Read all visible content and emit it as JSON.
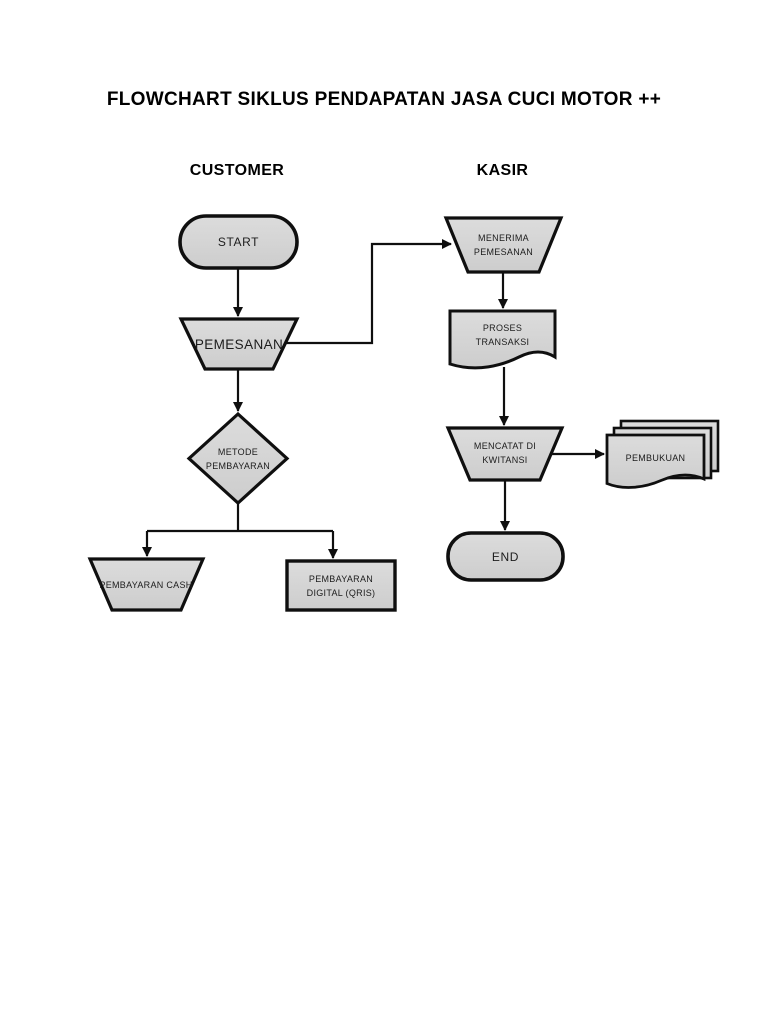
{
  "title": "FLOWCHART SIKLUS PENDAPATAN JASA CUCI MOTOR ++",
  "lanes": {
    "customer": "CUSTOMER",
    "kasir": "KASIR"
  },
  "nodes": {
    "start": {
      "label": "START",
      "shape": "terminator"
    },
    "pemesanan": {
      "label": "PEMESANAN",
      "shape": "manual-operation-trapezoid"
    },
    "metode_pembayaran": {
      "lines": [
        "METODE",
        "PEMBAYARAN"
      ],
      "shape": "decision-diamond"
    },
    "pembayaran_cash": {
      "label": "PEMBAYARAN CASH",
      "shape": "manual-operation-trapezoid"
    },
    "pembayaran_digital": {
      "lines": [
        "PEMBAYARAN",
        "DIGITAL (QRIS)"
      ],
      "shape": "process-rectangle"
    },
    "menerima_pemesanan": {
      "lines": [
        "MENERIMA",
        "PEMESANAN"
      ],
      "shape": "manual-operation-trapezoid"
    },
    "proses_transaksi": {
      "lines": [
        "PROSES",
        "TRANSAKSI"
      ],
      "shape": "document"
    },
    "mencatat_di_kwitansi": {
      "lines": [
        "MENCATAT DI",
        "KWITANSI"
      ],
      "shape": "manual-operation-trapezoid"
    },
    "pembukuan": {
      "label": "PEMBUKUAN",
      "shape": "multi-document"
    },
    "end": {
      "label": "END",
      "shape": "terminator"
    }
  },
  "colors": {
    "background": "#ffffff",
    "shape_fill_top": "#dcdcdc",
    "shape_fill_bottom": "#cdcdcd",
    "shape_stroke": "#0f0f0f",
    "connector": "#0f0f0f",
    "text": "#1c1c1c"
  }
}
